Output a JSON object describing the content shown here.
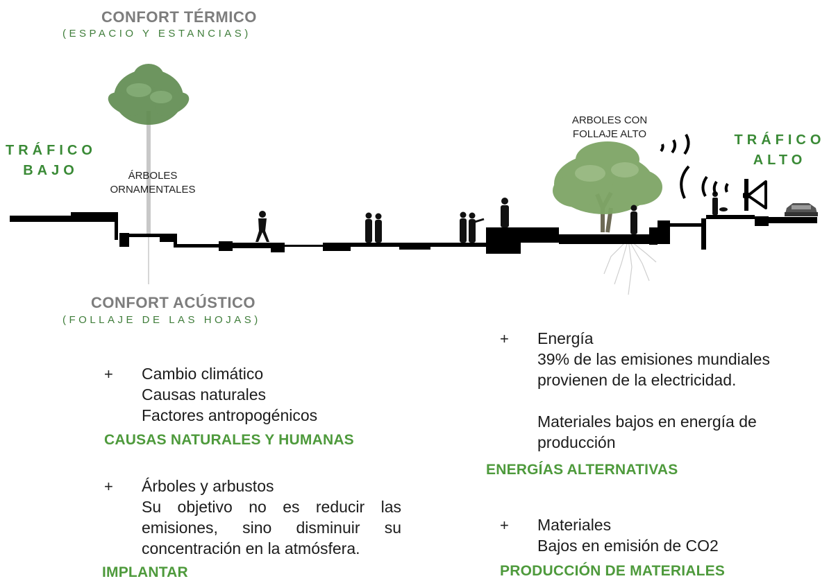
{
  "top_heading": {
    "title": "CONFORT TÉRMICO",
    "subtitle": "(ESPACIO Y ESTANCIAS)"
  },
  "bottom_heading": {
    "title": "CONFORT ACÚSTICO",
    "subtitle": "(FOLLAJE DE LAS HOJAS)"
  },
  "traffic_low": {
    "line1": "TRÁFICO",
    "line2": "BAJO"
  },
  "traffic_high": {
    "line1": "TRÁFICO",
    "line2": "ALTO"
  },
  "labels": {
    "ornamental_trees": [
      "ÁRBOLES",
      "ORNAMENTALES"
    ],
    "high_foliage_trees": [
      "ARBOLES CON",
      "FOLLAJE ALTO"
    ]
  },
  "left_column": {
    "item1": {
      "plus": "+",
      "title": "Cambio climático",
      "line2": "Causas naturales",
      "line3": "Factores antropogénicos",
      "heading": "CAUSAS NATURALES Y HUMANAS"
    },
    "item2": {
      "plus": "+",
      "title": "Árboles y arbustos",
      "text": "Su objetivo no es reducir las emisiones, sino disminuir su concentración en la atmósfera.",
      "heading": "IMPLANTAR"
    }
  },
  "right_column": {
    "item1": {
      "plus": "+",
      "title": "Energía",
      "text": "39% de las emisiones mundiales provienen de la electricidad.",
      "text2": "Materiales bajos en energía de producción",
      "heading": "ENERGÍAS ALTERNATIVAS"
    },
    "item2": {
      "plus": "+",
      "title": "Materiales",
      "text": "Bajos en emisión de CO2",
      "heading": "PRODUCCIÓN DE MATERIALES"
    }
  },
  "colors": {
    "green": "#3a8a36",
    "gray": "#7d7d7d",
    "ink": "#111111"
  }
}
